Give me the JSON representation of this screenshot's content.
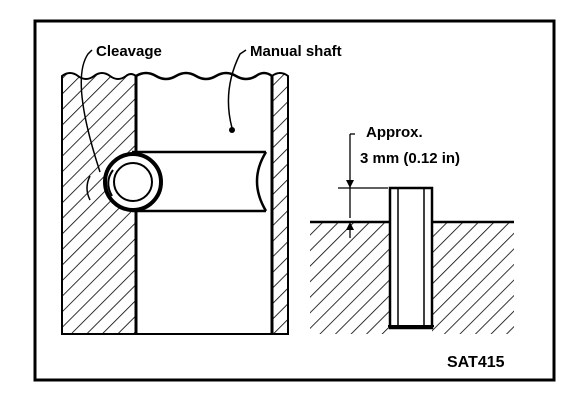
{
  "labels": {
    "cleavage": "Cleavage",
    "manual_shaft": "Manual shaft",
    "approx_line1": "Approx.",
    "approx_line2": "3 mm (0.12 in)",
    "figure_code": "SAT415"
  },
  "colors": {
    "ink": "#000000",
    "paper": "#ffffff"
  }
}
